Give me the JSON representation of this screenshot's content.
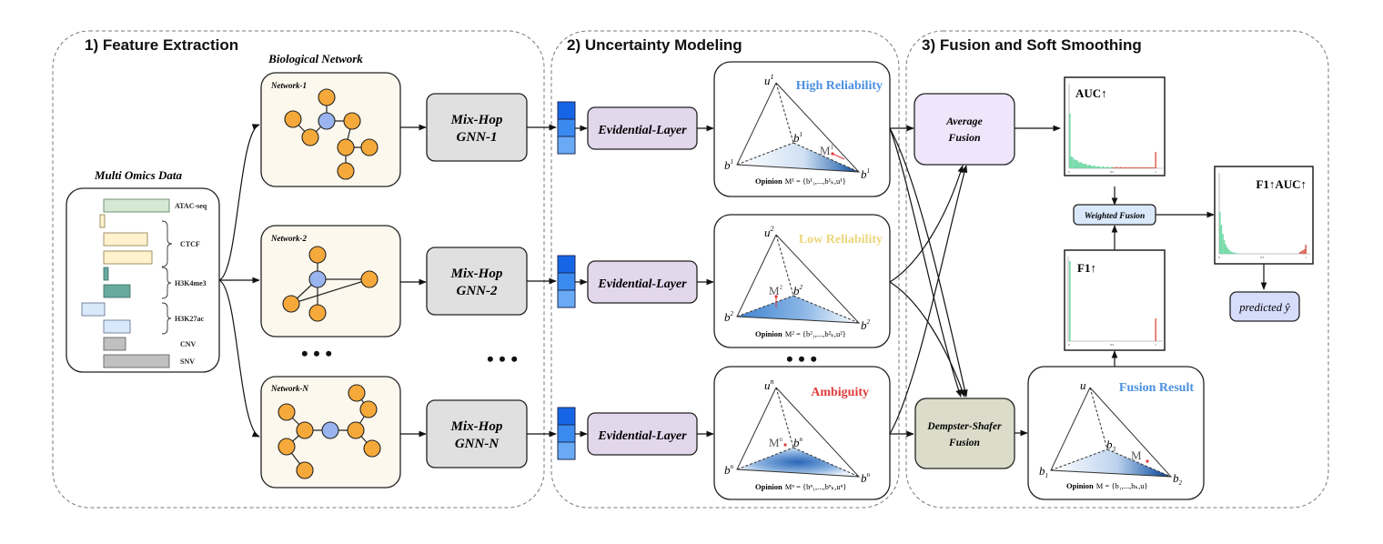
{
  "stages": [
    {
      "title": "1) Feature Extraction"
    },
    {
      "title": "2) Uncertainty Modeling"
    },
    {
      "title": "3) Fusion and Soft Smoothing"
    }
  ],
  "omics": {
    "title": "Multi Omics Data",
    "labels": [
      "ATAC-seq",
      "CTCF",
      "H3K4me3",
      "H3K27ac",
      "CNV",
      "SNV"
    ],
    "colors": {
      "atac": "#d5e8d4",
      "ctcf": "#fff2cc",
      "h3k4me3": "#67ab9f",
      "h3k27ac": "#dae8fc",
      "cnv": "#c0c0c0",
      "snv": "#c0c0c0"
    }
  },
  "bio_network": {
    "title": "Biological Network",
    "networks": [
      {
        "label": "Network-1"
      },
      {
        "label": "Network-2"
      },
      {
        "label": "Network-N"
      }
    ],
    "node_color": "#f5a93a",
    "center_color": "#99b4ee",
    "bg_color": "#fdf8ee"
  },
  "gnn": {
    "blocks": [
      {
        "line1": "Mix-Hop",
        "line2": "GNN-1"
      },
      {
        "line1": "Mix-Hop",
        "line2": "GNN-2"
      },
      {
        "line1": "Mix-Hop",
        "line2": "GNN-N"
      }
    ],
    "color": "#e0e0e0"
  },
  "ellipsis": "• • •",
  "evidential": {
    "label": "Evidential-Layer",
    "color": "#e3d7ec"
  },
  "opinions": [
    {
      "title": "High Reliability",
      "title_color": "#4a8fe0",
      "u": "u",
      "sup": "1",
      "b1": "b",
      "b2": "b",
      "b3": "b",
      "m": "M",
      "formula_bold": "Opinion",
      "formula": "M¹ = {b¹₁,...,b¹ₖ,u¹}"
    },
    {
      "title": "Low Reliability",
      "title_color": "#ecd67a",
      "u": "u",
      "sup": "2",
      "b1": "b",
      "b2": "b",
      "b3": "b",
      "m": "M",
      "formula_bold": "Opinion",
      "formula": "M² = {b²₁,...,b²ₖ,u²}"
    },
    {
      "title": "Ambiguity",
      "title_color": "#e03a3a",
      "u": "u",
      "sup": "n",
      "b1": "b",
      "b2": "b",
      "b3": "b",
      "m": "M",
      "formula_bold": "Opinion",
      "formula": "Mⁿ = {bⁿ₁,...,bⁿₖ,uⁿ}"
    }
  ],
  "fusion": {
    "average": {
      "line1": "Average",
      "line2": "Fusion",
      "color": "#efe6fb"
    },
    "ds": {
      "line1": "Dempster-Shafer",
      "line2": "Fusion",
      "color": "#dcdccb"
    },
    "weighted": {
      "label": "Weighted Fusion",
      "color": "#dae8fc"
    },
    "result": {
      "title": "Fusion Result",
      "title_color": "#4a8fe0",
      "u": "u",
      "b": "b",
      "m": "M",
      "formula_bold": "Opinion",
      "formula": "M = {b₁,...,bₖ,u}"
    },
    "predicted": {
      "label": "predicted ŷ",
      "color": "#d6dcfb"
    }
  },
  "histograms": [
    {
      "title": "AUC↑",
      "ticks": [
        "0",
        "0.5",
        "1"
      ]
    },
    {
      "title": "F1↑",
      "ticks": [
        "0",
        "0.5",
        "1"
      ]
    },
    {
      "title": "F1↑AUC↑",
      "ticks": [
        "0",
        "0.5",
        "1"
      ]
    }
  ],
  "colors": {
    "blue_cell_1": "#1565e6",
    "blue_cell_2": "#3b8af0",
    "blue_cell_3": "#6aaaf5",
    "hist_green": "#5fd39a",
    "hist_red": "#d9503f"
  }
}
